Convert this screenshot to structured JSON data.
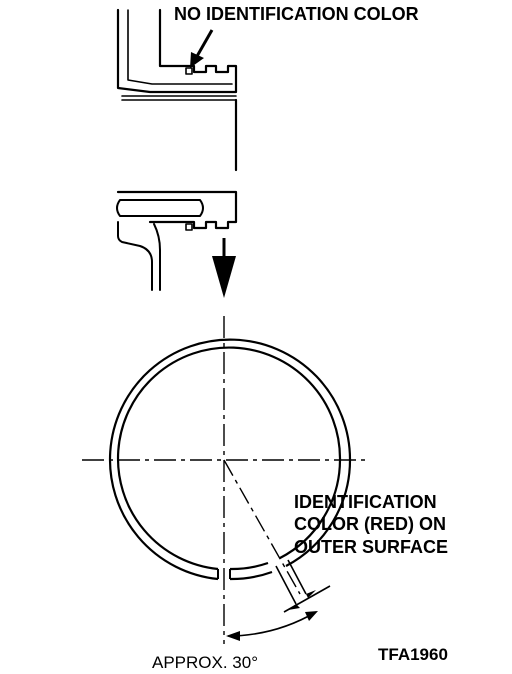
{
  "labels": {
    "no_identification_color": "NO IDENTIFICATION COLOR",
    "identification_line_1": "IDENTIFICATION",
    "identification_line_2": "COLOR (RED) ON",
    "identification_line_3": "OUTER SURFACE",
    "approx_angle": "APPROX. 30°",
    "figure_code": "TFA1960"
  },
  "colors": {
    "ink": "#000000",
    "paper": "#ffffff"
  }
}
